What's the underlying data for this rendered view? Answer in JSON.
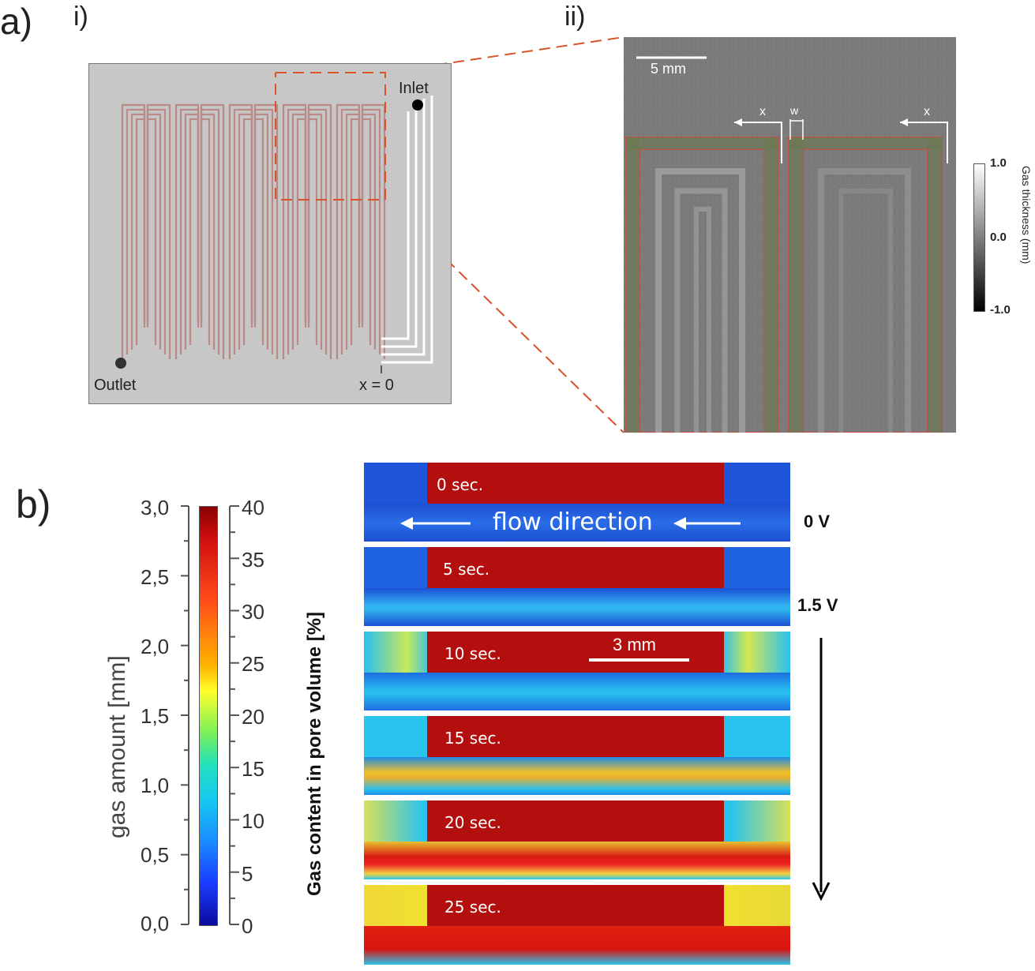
{
  "panel_a": {
    "letter": "a)",
    "sub_i": "i)",
    "sub_ii": "ii)",
    "inlet": "Inlet",
    "outlet": "Outlet",
    "x0": "x = 0",
    "scale_5mm": "5 mm",
    "x_label": "x",
    "w_label": "w",
    "gas_thickness_label": "Gas thickness (mm)",
    "cb_ticks": [
      "1.0",
      "0.0",
      "-1.0"
    ]
  },
  "panel_b": {
    "letter": "b)",
    "left_axis_label": "gas amount [mm]",
    "right_axis_label": "Gas content in pore volume [%]",
    "left_ticks": [
      "3,0",
      "2,5",
      "2,0",
      "1,5",
      "1,0",
      "0,5",
      "0,0"
    ],
    "right_ticks": [
      "40",
      "35",
      "30",
      "25",
      "20",
      "15",
      "10",
      "5",
      "0"
    ],
    "frames": [
      "0 sec.",
      "5 sec.",
      "10 sec.",
      "15 sec.",
      "20 sec.",
      "25 sec."
    ],
    "flow_direction": "flow direction",
    "volt_0": "0 V",
    "volt_15": "1.5 V",
    "scale_3mm": "3 mm"
  },
  "colors": {
    "red_block": "#b30f0f",
    "blue_bg": "#1a4fd6",
    "accent_dash": "#d9532b",
    "serpentine": "#b98a86"
  }
}
